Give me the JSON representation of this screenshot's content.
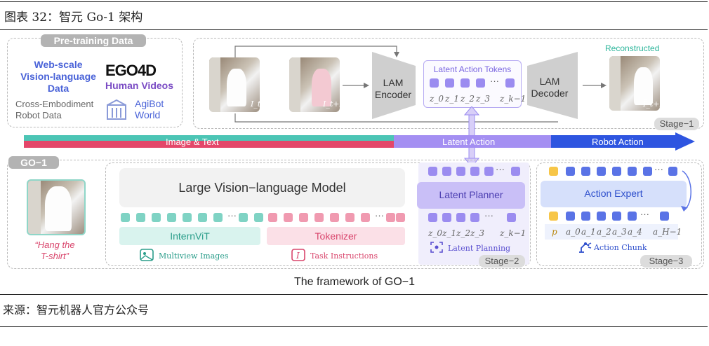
{
  "header": {
    "caption": "图表 32：智元 Go-1 架构"
  },
  "pretrain": {
    "title": "Pre-training Data",
    "web_scale": [
      "Web-scale",
      "Vision-language",
      "Data"
    ],
    "ego_logo": "EGO4D",
    "human_videos": "Human Videos",
    "cross_embodiment": [
      "Cross-Embodiment",
      "Robot Data"
    ],
    "agibot": [
      "AgiBot",
      "World"
    ]
  },
  "stage1": {
    "frame_labels": [
      "I_t",
      "I_t+H"
    ],
    "encoder": [
      "LAM",
      "Encoder"
    ],
    "decoder": [
      "LAM",
      "Decoder"
    ],
    "tokens_title": "Latent Action Tokens",
    "token_labels": [
      "z_0",
      "z_1",
      "z_2",
      "z_3",
      "z_k−1"
    ],
    "reconstructed": "Reconstructed",
    "reconstructed_label": "Î_t+H",
    "stage": "Stage−1"
  },
  "band": {
    "image_text": "Image & Text",
    "latent_action": "Latent Action",
    "robot_action": "Robot Action"
  },
  "go1": {
    "tag": "GO−1",
    "instruction": [
      "“Hang the",
      "T-shirt”"
    ],
    "lvlm": "Large Vision−language Model",
    "internvit": "InternViT",
    "tokenizer": "Tokenizer",
    "multiview": "Multiview Images",
    "task_instr": "Task Instructions",
    "latent_planner": "Latent Planner",
    "latent_labels": [
      "z_0",
      "z_1",
      "z_2",
      "z_3",
      "z_k−1"
    ],
    "latent_planning": "Latent Planning",
    "stage2": "Stage−2",
    "action_expert": "Action Expert",
    "action_labels": [
      "p",
      "a_0",
      "a_1",
      "a_2",
      "a_3",
      "a_4",
      "a_H−1"
    ],
    "action_chunk": "Action Chunk",
    "stage3": "Stage−3"
  },
  "framework_title": "The framework of GO−1",
  "source": "来源：智元机器人官方公众号",
  "colors": {
    "purple": "#9b8cf0",
    "teal": "#7fd3c4",
    "pink": "#f09ab0",
    "blue": "#5a73e6",
    "yellow": "#f7c648",
    "band_red": "#e4476a",
    "band_teal": "#4cc5b5",
    "band_purple": "#a48ff2",
    "band_blue": "#2e55e0"
  }
}
